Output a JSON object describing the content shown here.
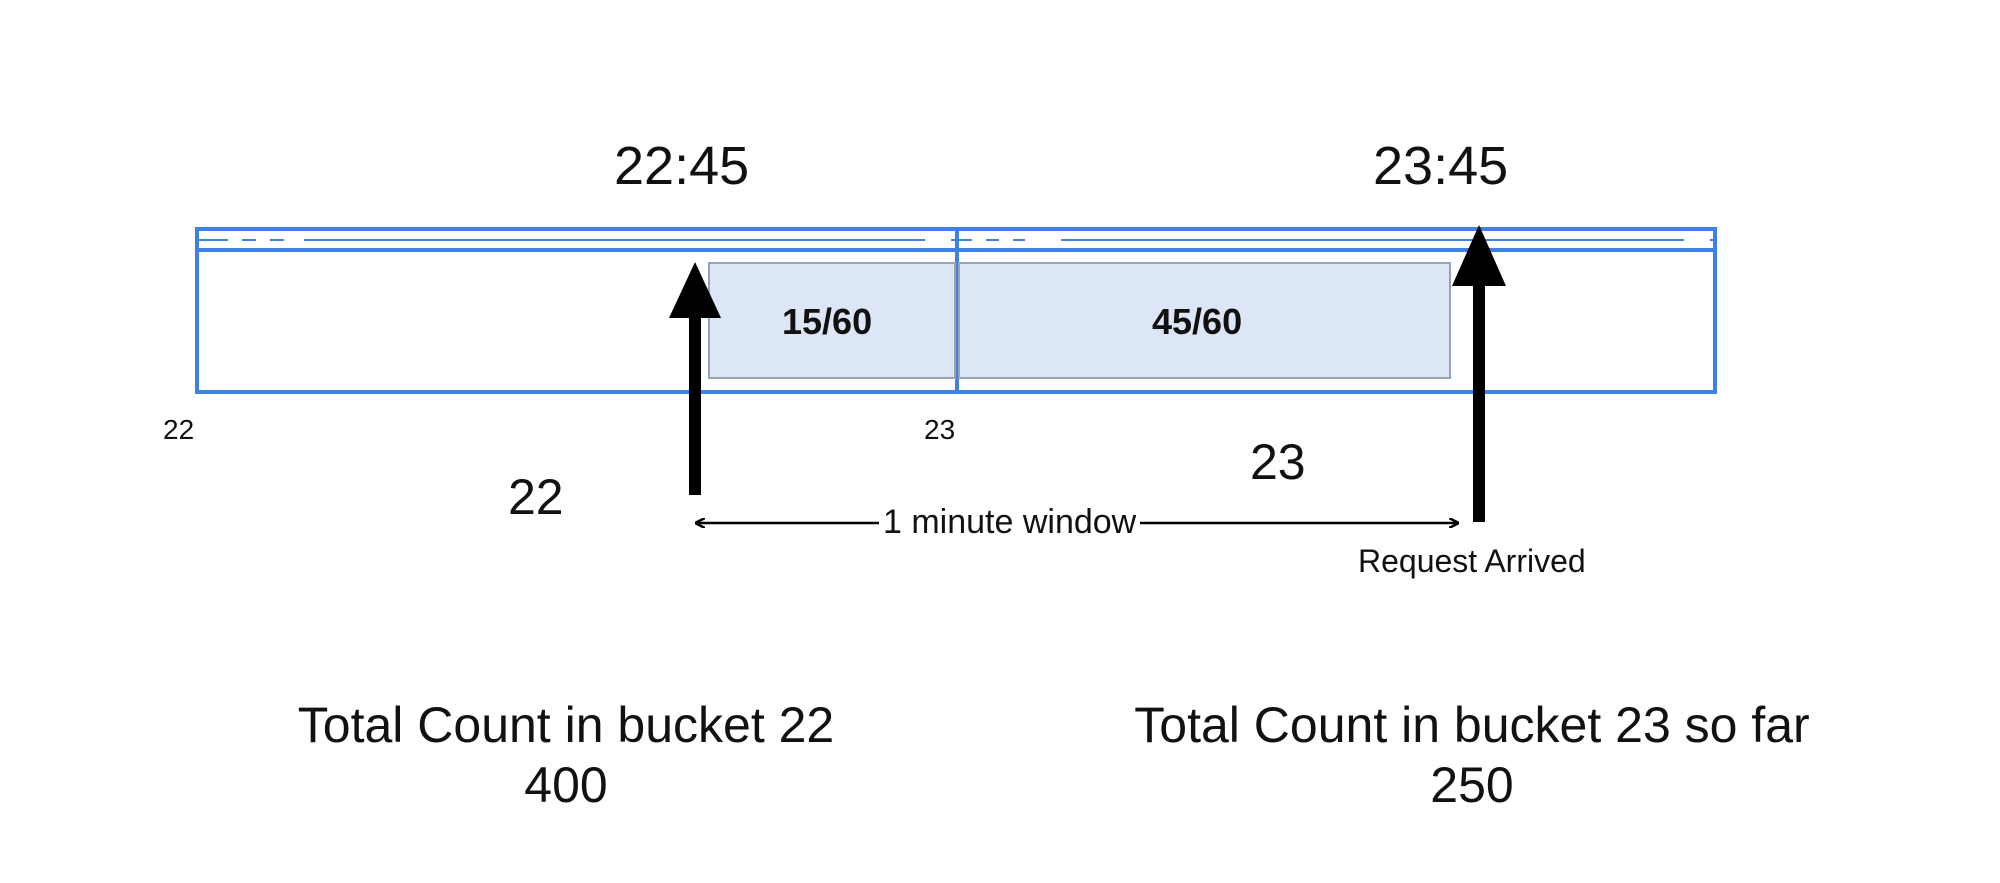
{
  "diagram": {
    "left_time": "22:45",
    "right_time": "23:45",
    "left_tick": "22",
    "mid_tick": "23",
    "left_bucket": "22",
    "right_bucket": "23",
    "left_fraction": "15/60",
    "right_fraction": "45/60",
    "window_label": "1 minute window",
    "arrival_label": "Request Arrived",
    "left_total_title": "Total Count in bucket 22",
    "left_total_value": "400",
    "right_total_title": "Total Count in bucket 23 so far",
    "right_total_value": "250"
  },
  "colors": {
    "bucket_border": "#3f82e6",
    "window_fill": "#dde6f6",
    "window_border": "#9aa4b0",
    "arrow": "#000000"
  }
}
